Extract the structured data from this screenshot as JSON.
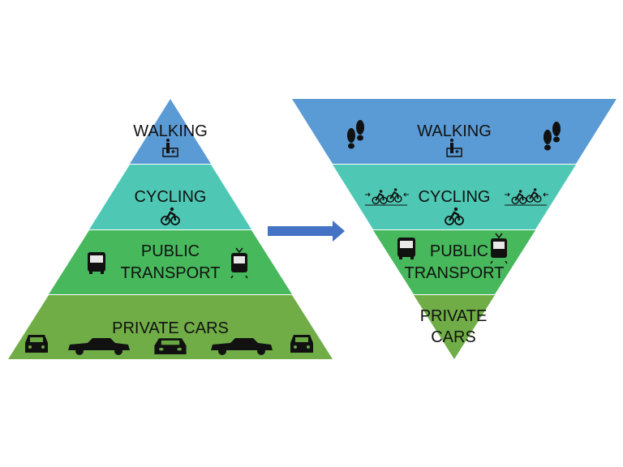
{
  "colors": {
    "walking": "#5b9bd5",
    "cycling": "#4ec8b4",
    "public_transport": "#47b85c",
    "private_cars": "#70ad47",
    "arrow": "#4472c4"
  },
  "left_pyramid": {
    "levels": [
      {
        "label": "WALKING",
        "icons": [
          "pedestrian-icon"
        ]
      },
      {
        "label": "CYCLING",
        "icons": [
          "bicycle-icon"
        ]
      },
      {
        "label_line1": "PUBLIC",
        "label_line2": "TRANSPORT",
        "icons": [
          "bus-icon",
          "tram-icon"
        ]
      },
      {
        "label": "PRIVATE CARS",
        "icons": [
          "car-icon",
          "sedan-icon",
          "car-icon",
          "sedan-icon",
          "car-icon"
        ]
      }
    ]
  },
  "right_pyramid": {
    "levels": [
      {
        "label": "WALKING",
        "icons": [
          "footprints-icon",
          "pedestrian-icon",
          "footprints-icon"
        ]
      },
      {
        "label": "CYCLING",
        "icons": [
          "cyclists-icon",
          "bicycle-icon",
          "cyclists-icon"
        ]
      },
      {
        "label_line1": "PUBLIC",
        "label_line2": "TRANSPORT",
        "icons": [
          "bus-icon",
          "tram-icon"
        ]
      },
      {
        "label_line1": "PRIVATE",
        "label_line2": "CARS"
      }
    ]
  }
}
